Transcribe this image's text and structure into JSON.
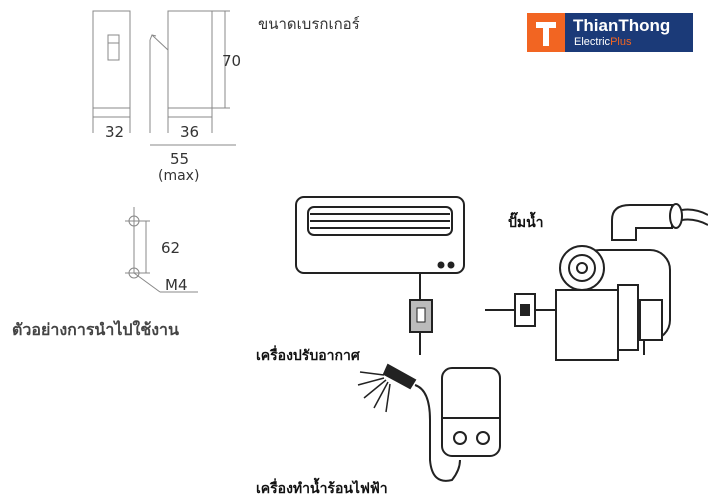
{
  "header": {
    "title": "ขนาดเบรกเกอร์"
  },
  "logo": {
    "name": "ThianThong",
    "sub_main": "Electric",
    "sub_accent": "Plus",
    "colors": {
      "background": "#1b3a78",
      "mark": "#f26522",
      "text": "#ffffff"
    }
  },
  "dimensions": {
    "height": "70",
    "width_front": "32",
    "width_side": "36",
    "total_width": "55",
    "total_note": "(max)",
    "hole_spacing": "62",
    "screw": "M4"
  },
  "example": {
    "heading": "ตัวอย่างการนำไปใช้งาน",
    "pump_label": "ปั๊มน้ำ",
    "ac_label": "เครื่องปรับอากาศ",
    "heater_label": "เครื่องทำน้ำร้อนไฟฟ้า"
  },
  "icons": [
    "breaker-front-icon",
    "breaker-side-icon",
    "mount-holes-icon",
    "air-conditioner-icon",
    "water-pump-icon",
    "shower-head-icon",
    "water-heater-icon",
    "breaker-switch-icon",
    "plug-tee-icon"
  ]
}
